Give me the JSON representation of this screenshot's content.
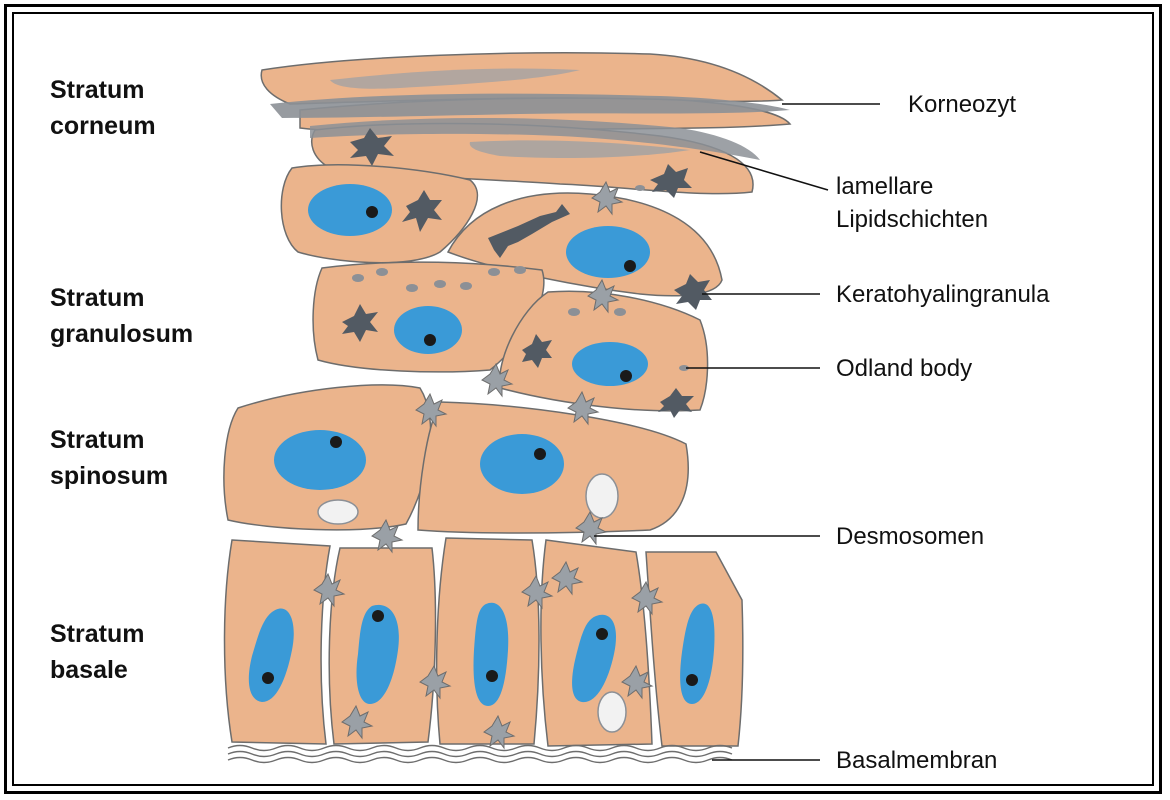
{
  "layers": [
    {
      "line1": "Stratum",
      "line2": "corneum"
    },
    {
      "line1": "Stratum",
      "line2": "granulosum"
    },
    {
      "line1": "Stratum",
      "line2": "spinosum"
    },
    {
      "line1": "Stratum",
      "line2": "basale"
    }
  ],
  "callouts": {
    "korneozyt": "Korneozyt",
    "lipid_line1": "lamellare",
    "lipid_line2": "Lipidschichten",
    "keratohyalin": "Keratohyalingranula",
    "odland": "Odland body",
    "desmosomen": "Desmosomen",
    "basalmembran": "Basalmembran"
  },
  "colors": {
    "cell": "#ebb48c",
    "nucleus": "#3a9ad7",
    "granule": "#525a63",
    "lipid": "#8c9096",
    "outline": "#6d6d6d"
  }
}
